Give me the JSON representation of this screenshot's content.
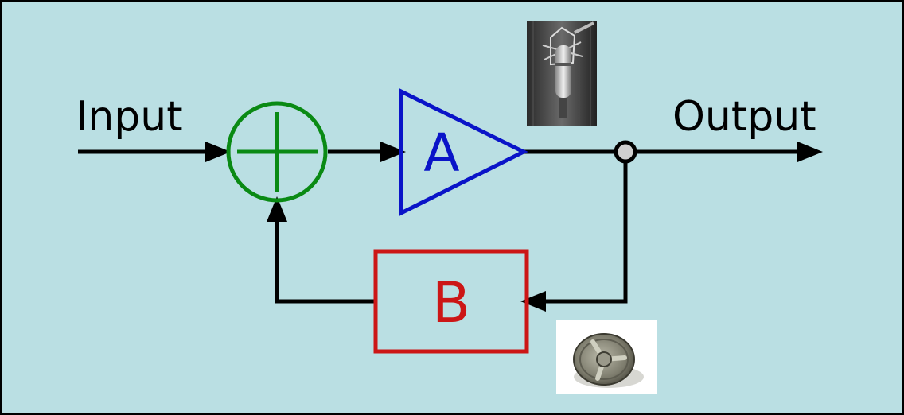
{
  "diagram": {
    "input_label": "Input",
    "output_label": "Output",
    "amplifier_label": "A",
    "feedback_label": "B",
    "colors": {
      "background": "#badfe3",
      "wire": "#000000",
      "summer": "#0a8a14",
      "amplifier": "#0a14c8",
      "feedback": "#cc1616",
      "junction_fill": "#cfcfcf"
    },
    "icons": {
      "microphone": "microphone-icon",
      "speaker": "speaker-icon"
    }
  }
}
